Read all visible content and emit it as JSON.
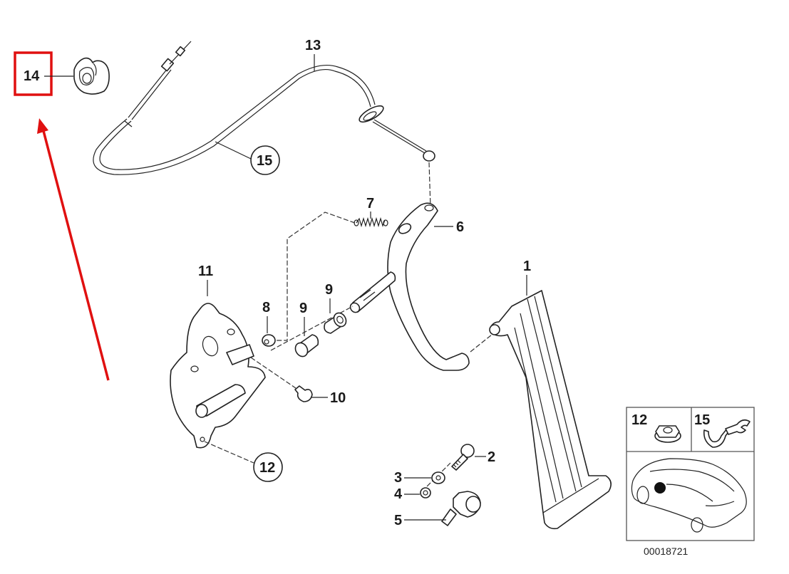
{
  "diagram": {
    "title": "Accelerator pedal / throttle cable exploded view",
    "drawing_number": "00018721",
    "highlight_color": "#e01010",
    "highlighted_part": "14",
    "callouts": [
      {
        "id": "1",
        "label": "1",
        "part": "accelerator-pedal",
        "circled": false
      },
      {
        "id": "2",
        "label": "2",
        "part": "bolt",
        "circled": false
      },
      {
        "id": "3",
        "label": "3",
        "part": "washer",
        "circled": false
      },
      {
        "id": "4",
        "label": "4",
        "part": "nut",
        "circled": false
      },
      {
        "id": "5",
        "label": "5",
        "part": "stop-screw",
        "circled": false
      },
      {
        "id": "6",
        "label": "6",
        "part": "pedal-lever",
        "circled": false
      },
      {
        "id": "7",
        "label": "7",
        "part": "tension-spring",
        "circled": false
      },
      {
        "id": "8",
        "label": "8",
        "part": "bushing-small",
        "circled": false
      },
      {
        "id": "9a",
        "label": "9",
        "part": "bearing-bush",
        "circled": false
      },
      {
        "id": "9b",
        "label": "9",
        "part": "bearing-bush",
        "circled": false
      },
      {
        "id": "10",
        "label": "10",
        "part": "buffer",
        "circled": false
      },
      {
        "id": "11",
        "label": "11",
        "part": "bearing-bracket",
        "circled": false
      },
      {
        "id": "12",
        "label": "12",
        "part": "collar-nut",
        "circled": true
      },
      {
        "id": "13",
        "label": "13",
        "part": "throttle-cable",
        "circled": false
      },
      {
        "id": "14",
        "label": "14",
        "part": "clip-grommet",
        "circled": false
      },
      {
        "id": "15",
        "label": "15",
        "part": "cable-holder",
        "circled": true
      }
    ],
    "inset": {
      "panels": [
        {
          "label": "12",
          "part": "collar-nut"
        },
        {
          "label": "15",
          "part": "cable-holder"
        }
      ],
      "location_view": "car-silhouette-with-location-marker"
    }
  }
}
